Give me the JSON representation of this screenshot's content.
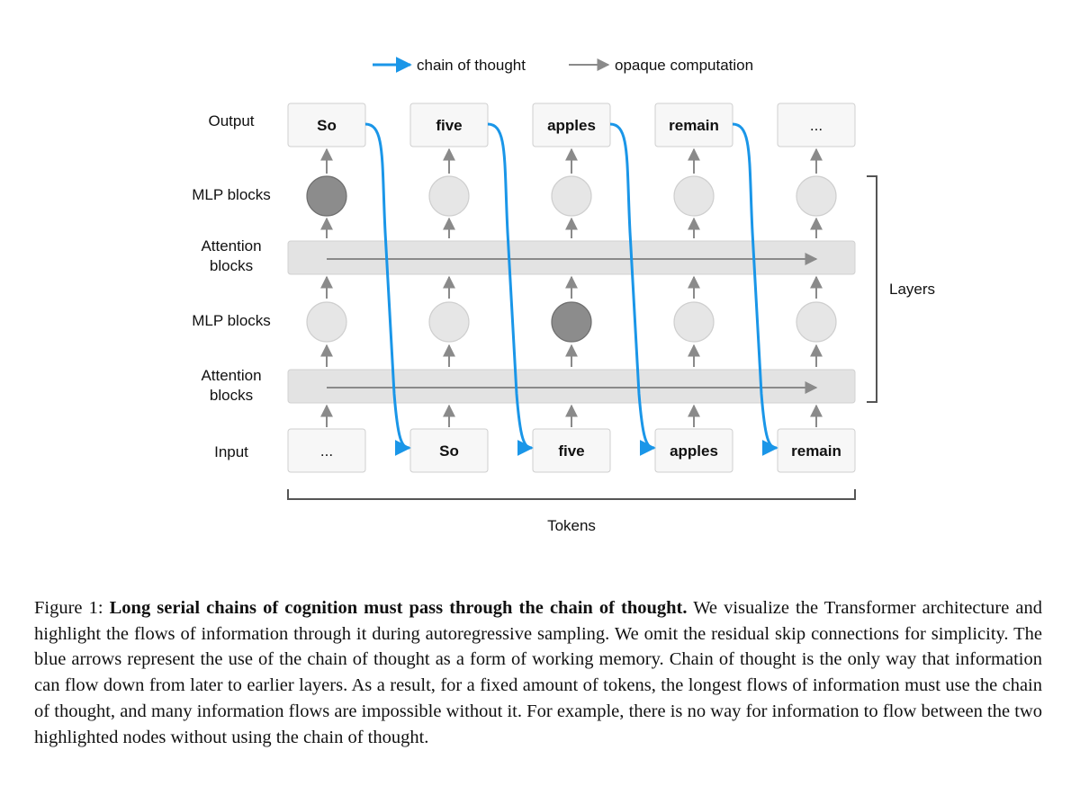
{
  "legend": {
    "chain_label": "chain of thought",
    "opaque_label": "opaque computation"
  },
  "row_labels": {
    "output": "Output",
    "mlp_top": "MLP blocks",
    "attention_top": [
      "Attention",
      "blocks"
    ],
    "mlp_bottom": "MLP blocks",
    "attention_bottom": [
      "Attention",
      "blocks"
    ],
    "input": "Input"
  },
  "output_tokens": [
    "So",
    "five",
    "apples",
    "remain",
    "..."
  ],
  "input_tokens": [
    "...",
    "So",
    "five",
    "apples",
    "remain"
  ],
  "highlighted_nodes": [
    {
      "layer": "mlp_top",
      "column": 1
    },
    {
      "layer": "mlp_bottom",
      "column": 3
    }
  ],
  "side_labels": {
    "layers": "Layers",
    "tokens": "Tokens"
  },
  "colors": {
    "chain_arrow": "#1a96e8",
    "opaque_arrow": "#8a8a8a",
    "node_fill": "#e6e6e6",
    "node_highlight": "#8c8c8c",
    "box_fill": "#f7f7f7",
    "band_fill": "#e3e3e3"
  },
  "caption": {
    "prefix": "Figure 1:",
    "bold": "Long serial chains of cognition must pass through the chain of thought.",
    "text": "We visualize the Transformer architecture and highlight the flows of information through it during autoregressive sampling. We omit the residual skip connections for simplicity. The blue arrows represent the use of the chain of thought as a form of working memory. Chain of thought is the only way that information can flow down from later to earlier layers. As a result, for a fixed amount of tokens, the longest flows of information must use the chain of thought, and many information flows are impossible without it. For example, there is no way for information to flow between the two highlighted nodes without using the chain of thought."
  }
}
